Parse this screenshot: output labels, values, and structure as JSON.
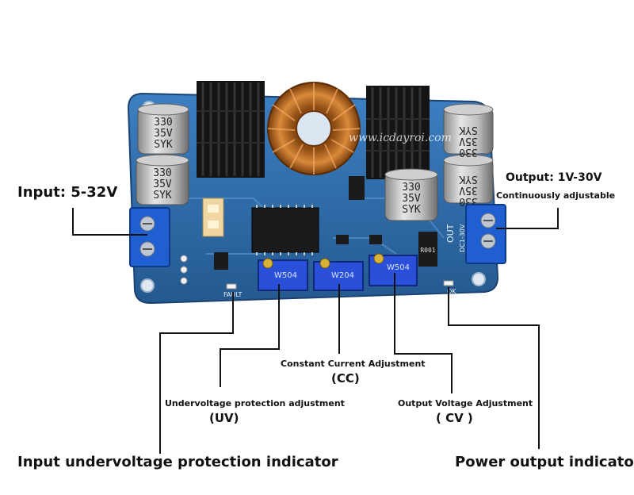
{
  "labels": {
    "input": "Input: 5-32V",
    "output": "Output: 1V-30V",
    "output_sub": "Continuously adjustable",
    "cc_title": "Constant Current Adjustment",
    "cc_abbr": "(CC)",
    "uv_title": "Undervoltage protection adjustment",
    "uv_abbr": "(UV)",
    "cv_title": "Output Voltage Adjustment",
    "cv_abbr": "( CV )",
    "input_uv_indicator": "Input undervoltage protection indicator",
    "power_output_indicator": "Power output indicator"
  },
  "board": {
    "watermark": "www.icdayroi.com",
    "capacitor_text": [
      "330",
      "35V",
      "SYK"
    ],
    "pot_uv": "W504",
    "pot_cc": "W204",
    "pot_cv": "W504",
    "fault_label": "FAULT",
    "ok_label": "OK",
    "out_label": "OUT",
    "resistor_label": "R001",
    "side_text": "DC1-30V"
  },
  "colors": {
    "pcb": "#2f6fb0",
    "pcb_dark": "#1f4f86",
    "heatsink": "#1a1a1a",
    "copper": "#c8782a",
    "terminal": "#1f5fd1",
    "trimmer": "#2a4fd8",
    "lines": "#111111"
  }
}
